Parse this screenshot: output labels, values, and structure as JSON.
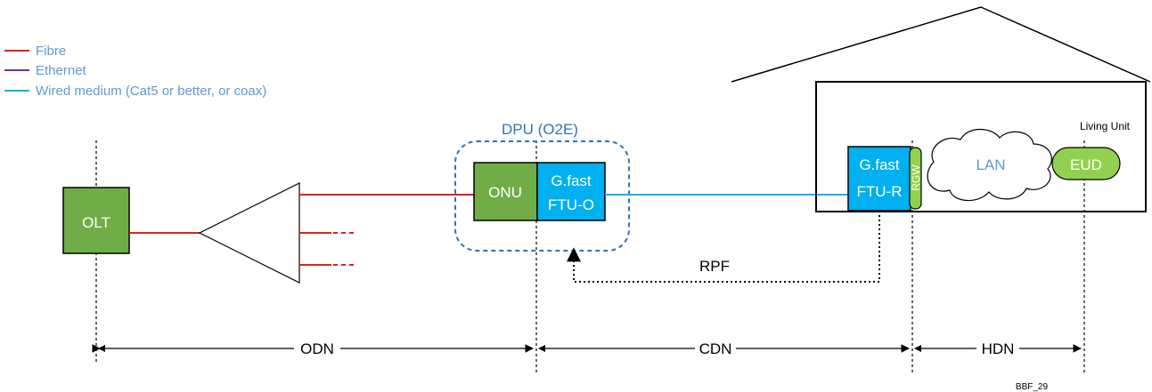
{
  "legend": {
    "items": [
      {
        "label": "Fibre",
        "color": "#e02020"
      },
      {
        "label": "Ethernet",
        "color": "#7030a0"
      },
      {
        "label": "Wired medium (Cat5 or better, or coax)",
        "color": "#1ab0e0"
      }
    ]
  },
  "colors": {
    "fibre": "#e02020",
    "wired": "#1ab0e0",
    "dark_green": "#70ad47",
    "light_green": "#92d050",
    "blue_box": "#00b0f0",
    "dpu_border": "#2e75b6",
    "label_blue": "#2e75b6",
    "legend_text": "#5b9bd5"
  },
  "nodes": {
    "olt": "OLT",
    "dpu_title": "DPU (O2E)",
    "onu": "ONU",
    "ftu_o_line1": "G.fast",
    "ftu_o_line2": "FTU-O",
    "living_unit": "Living Unit",
    "ftu_r_line1": "G.fast",
    "ftu_r_line2": "FTU-R",
    "rgw": "RGW",
    "lan": "LAN",
    "eud": "EUD",
    "rpf": "RPF"
  },
  "segments": {
    "odn": "ODN",
    "cdn": "CDN",
    "hdn": "HDN"
  },
  "footer": {
    "tag": "BBF_29"
  }
}
